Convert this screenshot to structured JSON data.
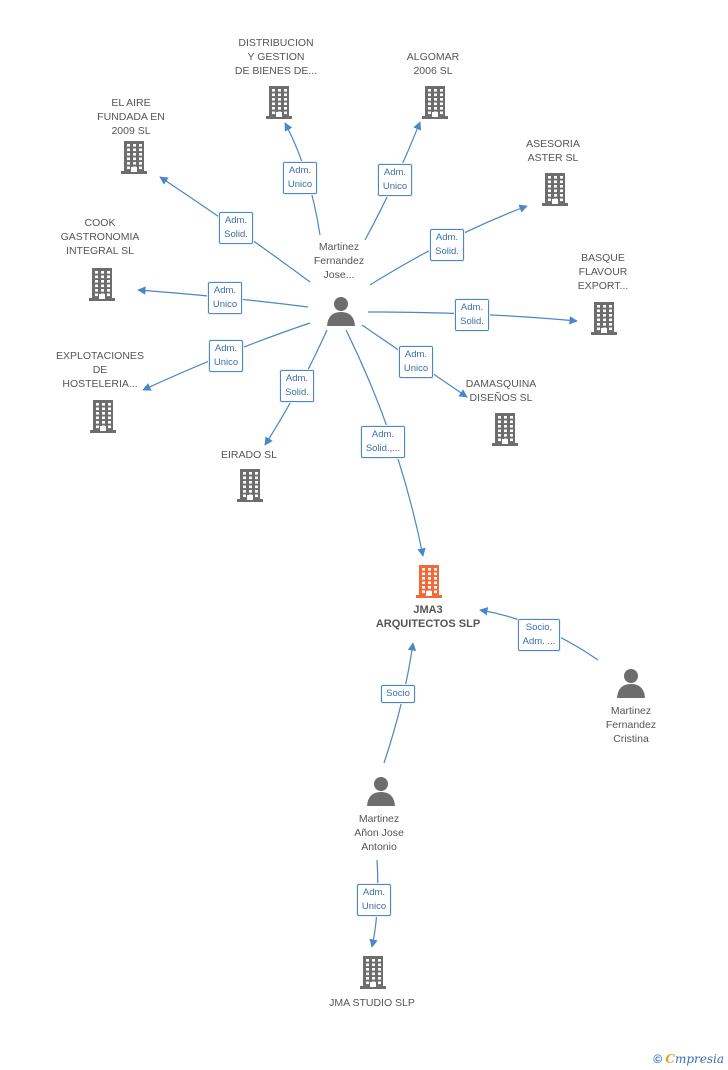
{
  "colors": {
    "edge": "#4a86c8",
    "company": "#6d6d6d",
    "focus": "#f06a3a",
    "person": "#6d6d6d"
  },
  "nodes": [
    {
      "id": "el-aire",
      "type": "company",
      "label": "EL AIRE\nFUNDADA EN\n2009 SL"
    },
    {
      "id": "distribucion",
      "type": "company",
      "label": "DISTRIBUCION\nY GESTION\nDE BIENES DE..."
    },
    {
      "id": "algomar",
      "type": "company",
      "label": "ALGOMAR\n2006 SL"
    },
    {
      "id": "asesoria",
      "type": "company",
      "label": "ASESORIA\nASTER SL"
    },
    {
      "id": "cook",
      "type": "company",
      "label": "COOK\nGASTRONOMIA\nINTEGRAL  SL"
    },
    {
      "id": "basque",
      "type": "company",
      "label": "BASQUE\nFLAVOUR\nEXPORT..."
    },
    {
      "id": "explotaciones",
      "type": "company",
      "label": "EXPLOTACIONES\nDE\nHOSTELERIA..."
    },
    {
      "id": "damasquina",
      "type": "company",
      "label": "DAMASQUINA\nDISEÑOS SL"
    },
    {
      "id": "eirado",
      "type": "company",
      "label": "EIRADO  SL"
    },
    {
      "id": "jma3",
      "type": "focus",
      "label": "JMA3\nARQUITECTOS SLP"
    },
    {
      "id": "martinez-jose",
      "type": "person",
      "label": "Martinez\nFernandez\nJose..."
    },
    {
      "id": "cristina",
      "type": "person",
      "label": "Martinez\nFernandez\nCristina"
    },
    {
      "id": "anon",
      "type": "person",
      "label": "Martinez\nAñon Jose\nAntonio"
    },
    {
      "id": "jma-studio",
      "type": "company",
      "label": "JMA STUDIO SLP"
    }
  ],
  "edges": [
    {
      "from": "martinez-jose",
      "to": "el-aire",
      "label": "Adm.\nSolid."
    },
    {
      "from": "martinez-jose",
      "to": "distribucion",
      "label": "Adm.\nUnico"
    },
    {
      "from": "martinez-jose",
      "to": "algomar",
      "label": "Adm.\nUnico"
    },
    {
      "from": "martinez-jose",
      "to": "asesoria",
      "label": "Adm.\nSolid."
    },
    {
      "from": "martinez-jose",
      "to": "cook",
      "label": "Adm.\nUnico"
    },
    {
      "from": "martinez-jose",
      "to": "basque",
      "label": "Adm.\nSolid."
    },
    {
      "from": "martinez-jose",
      "to": "explotaciones",
      "label": "Adm.\nUnico"
    },
    {
      "from": "martinez-jose",
      "to": "damasquina",
      "label": "Adm.\nUnico"
    },
    {
      "from": "martinez-jose",
      "to": "eirado",
      "label": "Adm.\nSolid."
    },
    {
      "from": "martinez-jose",
      "to": "jma3",
      "label": "Adm.\nSolid.,..."
    },
    {
      "from": "cristina",
      "to": "jma3",
      "label": "Socio,\nAdm. ..."
    },
    {
      "from": "anon",
      "to": "jma3",
      "label": "Socio"
    },
    {
      "from": "anon",
      "to": "jma-studio",
      "label": "Adm.\nUnico"
    }
  ],
  "footer": {
    "copyright": "©",
    "brand_initial": "C",
    "brand_rest": "mpresia"
  }
}
